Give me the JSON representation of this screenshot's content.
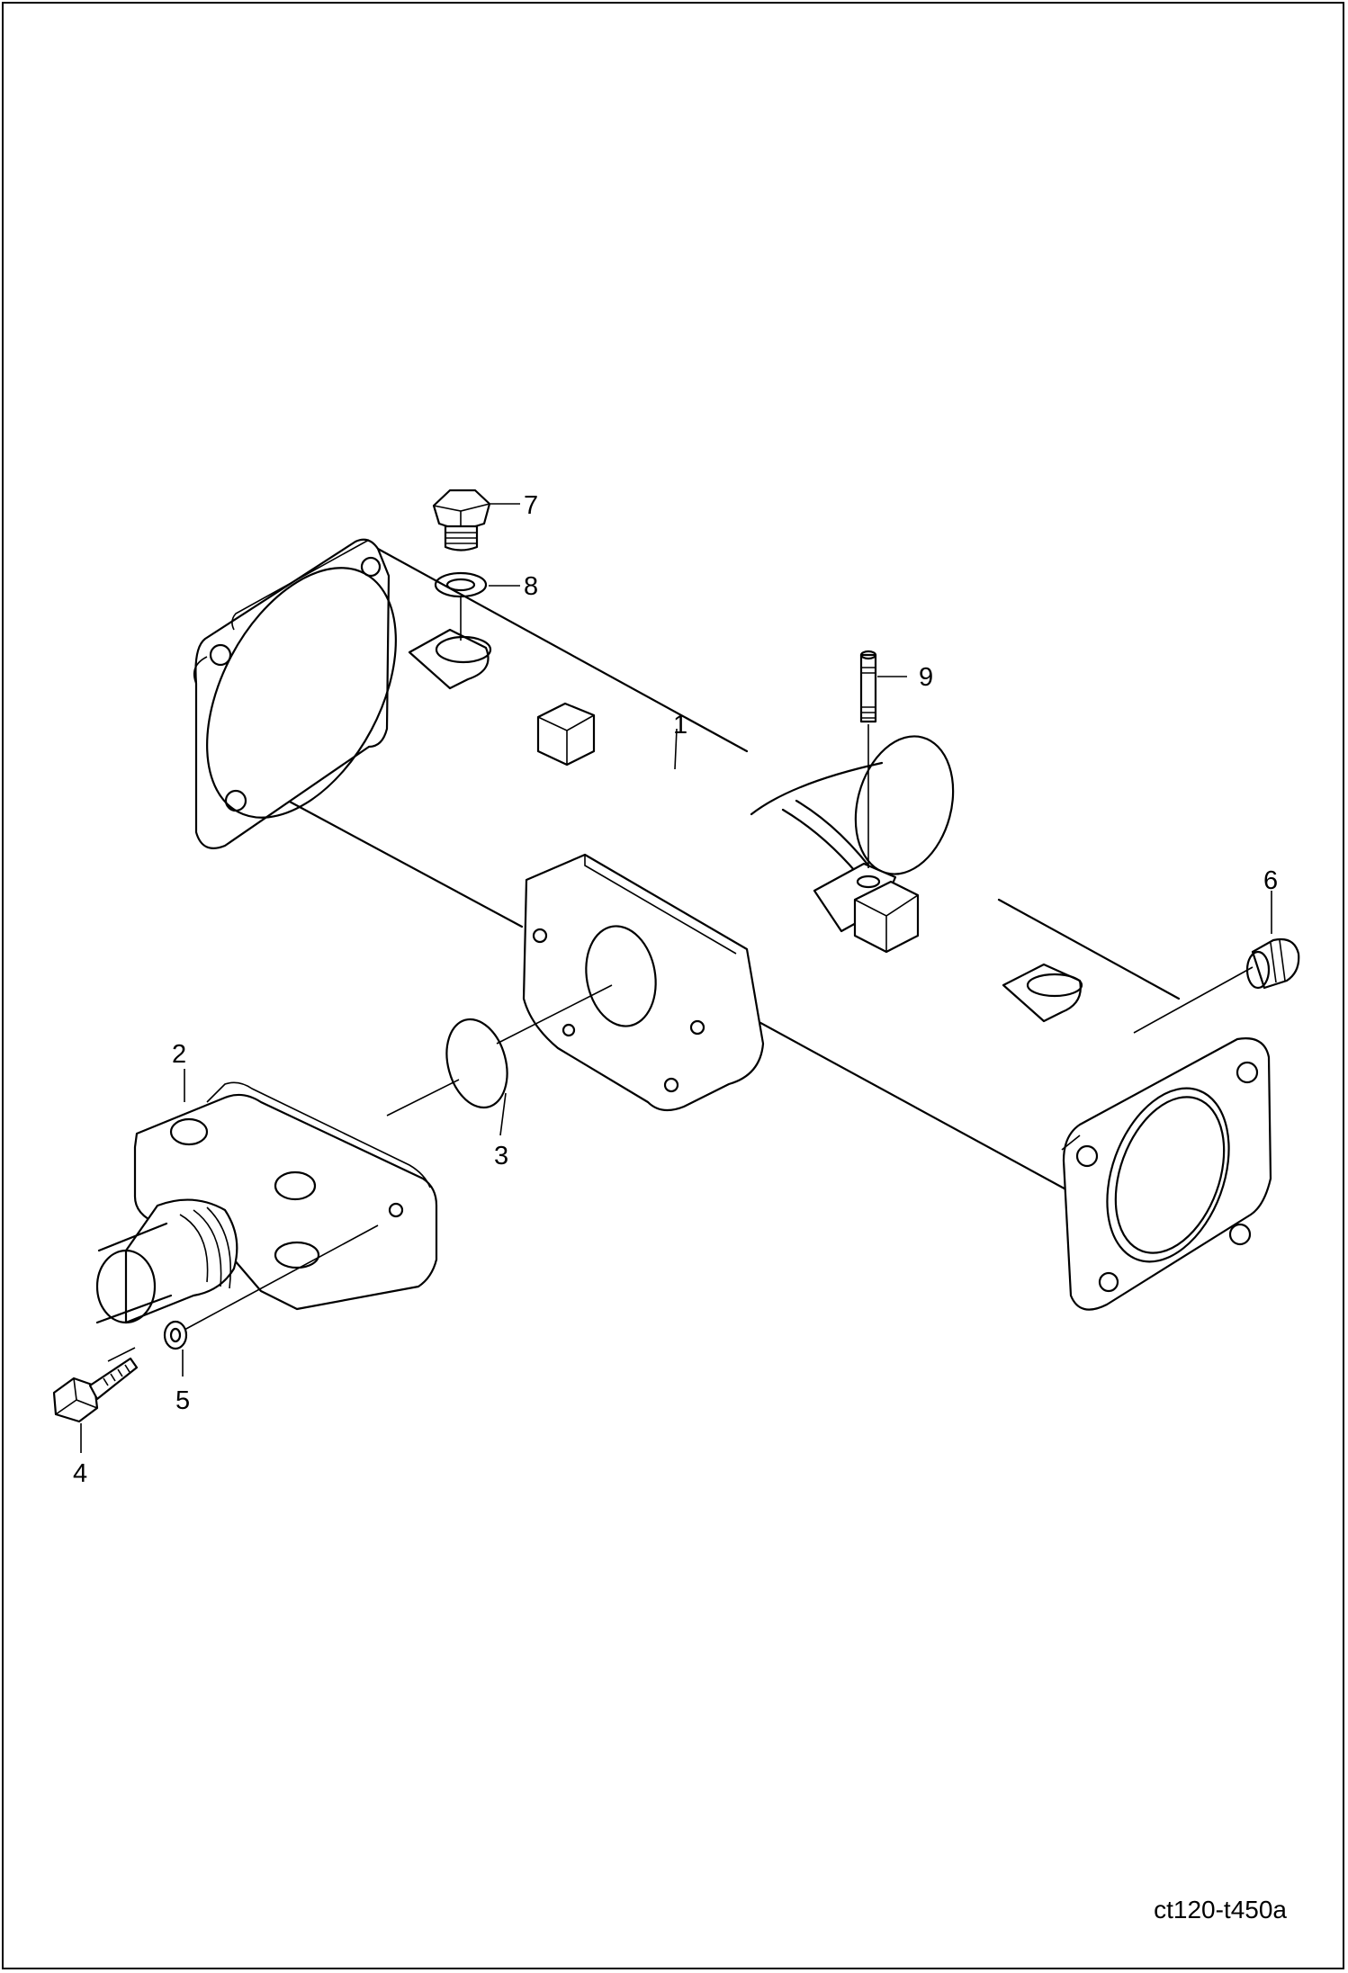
{
  "figure_id": "ct120-t450a",
  "callouts": [
    {
      "id": "1",
      "label": "1"
    },
    {
      "id": "2",
      "label": "2"
    },
    {
      "id": "3",
      "label": "3"
    },
    {
      "id": "4",
      "label": "4"
    },
    {
      "id": "5",
      "label": "5"
    },
    {
      "id": "6",
      "label": "6"
    },
    {
      "id": "7",
      "label": "7"
    },
    {
      "id": "8",
      "label": "8"
    },
    {
      "id": "9",
      "label": "9"
    }
  ]
}
